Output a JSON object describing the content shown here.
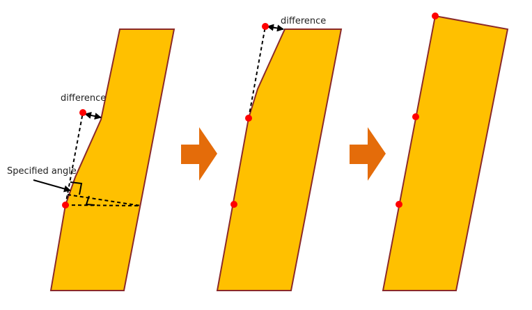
{
  "labels": {
    "difference_1": "difference",
    "difference_2": "difference",
    "specified_angle": "Specified angle"
  },
  "colors": {
    "shape_fill": "#FFC000",
    "shape_stroke": "#8B2A2A",
    "point": "#FF0000",
    "step_arrow": "#E46C0A",
    "construction_line": "#000000"
  },
  "icons": {
    "step_arrow": "right-arrow-icon",
    "point_marker": "red-dot-icon"
  }
}
